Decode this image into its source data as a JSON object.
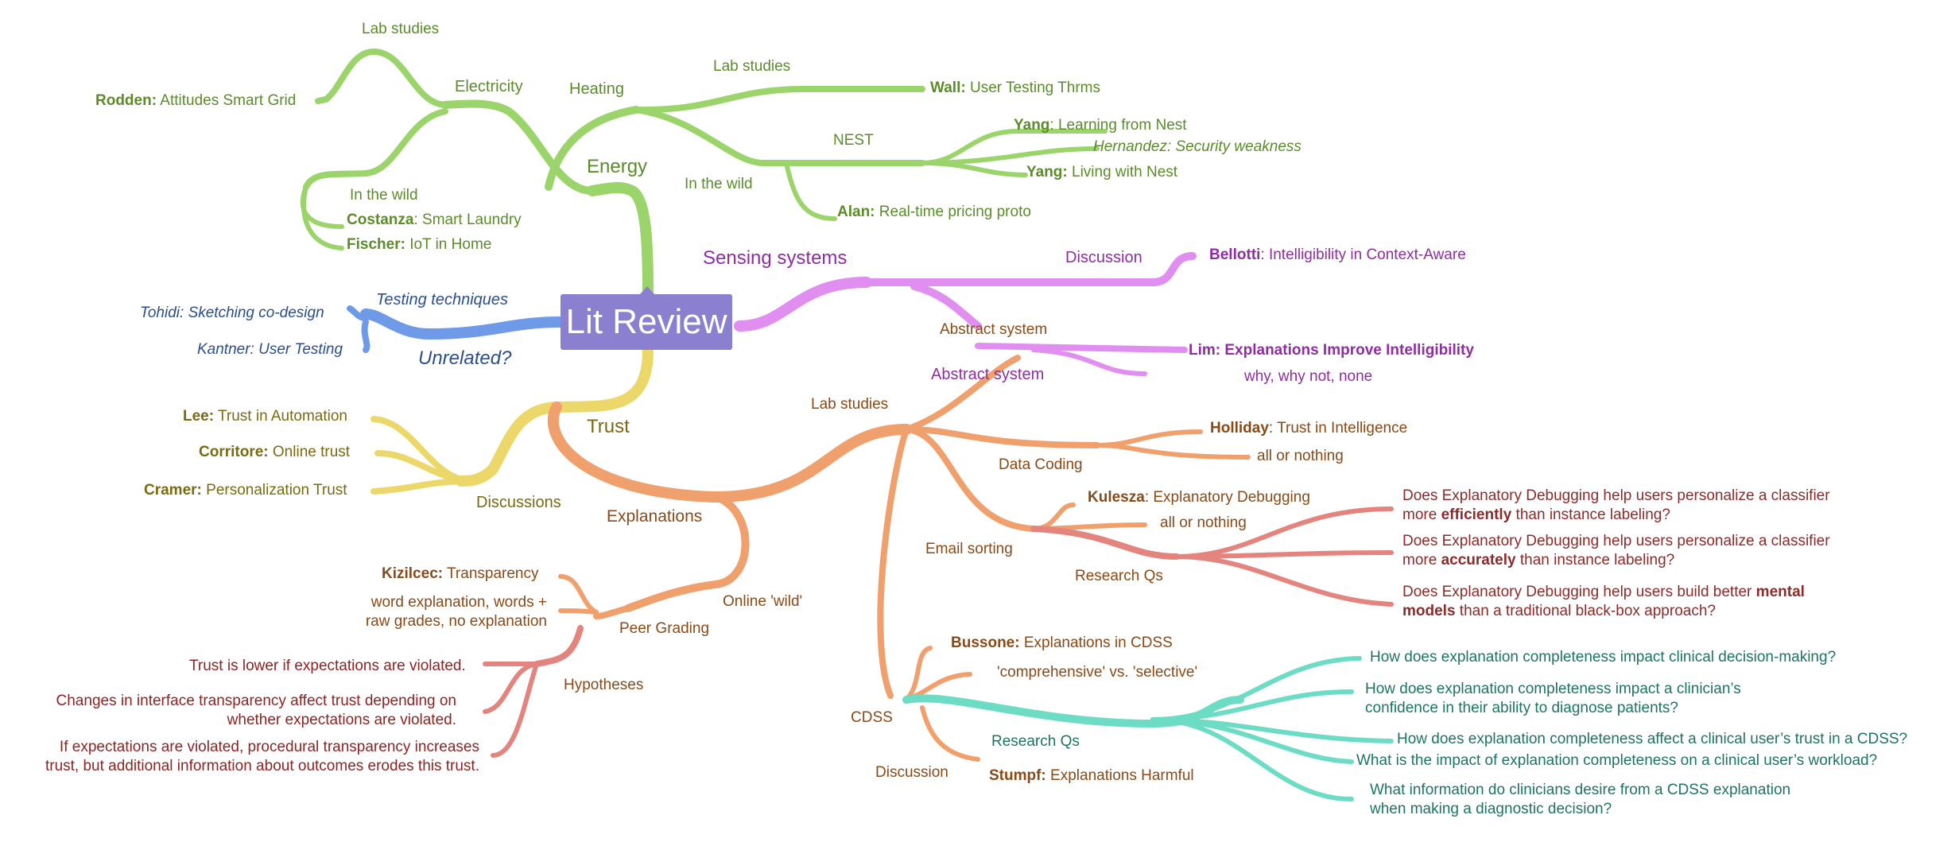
{
  "root": "Lit Review",
  "colors": {
    "energy": "#9ad46a",
    "sensing": "#e08ff0",
    "testing": "#6f9ae8",
    "trust": "#ecd86a",
    "explanations": "#f0a06c",
    "research_qs": "#e3847f",
    "cdss": "#6ddcc4",
    "root": "#8a80cf"
  },
  "energy": {
    "label": "Energy",
    "electricity": "Electricity",
    "heating": "Heating",
    "lab_studies_elec": "Lab studies",
    "rodden_author": "Rodden:",
    "rodden_title": " Attitudes Smart Grid",
    "in_the_wild_elec": "In the wild",
    "costanza_author": "Costanza",
    "costanza_title": ": Smart Laundry",
    "fischer_author": "Fischer:",
    "fischer_title": " IoT in Home",
    "lab_studies_heat": "Lab studies",
    "wall_author": "Wall:",
    "wall_title": " User Testing Thrms",
    "nest": "NEST",
    "in_the_wild_heat": "In the wild",
    "yang1_author": "Yang",
    "yang1_title": ": Learning from Nest",
    "hernandez": "Hernandez: Security weakness",
    "yang2_author": "Yang:",
    "yang2_title": " Living with Nest",
    "alan_author": "Alan:",
    "alan_title": " Real-time pricing proto"
  },
  "sensing": {
    "label": "Sensing systems",
    "discussion": "Discussion",
    "bellotti_author": "Bellotti",
    "bellotti_title": ": Intelligibility in Context-Aware",
    "abstract_system_1": "Abstract system",
    "abstract_system_2": "Abstract system",
    "lim_text": "Lim: Explanations Improve Intelligibility",
    "why_text": "why, why not, none"
  },
  "testing": {
    "label": "Testing techniques",
    "tohidi": "Tohidi: Sketching co-design",
    "kantner": "Kantner: User Testing",
    "unrelated": "Unrelated?"
  },
  "trust": {
    "label": "Trust",
    "discussions": "Discussions",
    "lee_author": "Lee:",
    "lee_title": " Trust in Automation",
    "corritore_author": "Corritore:",
    "corritore_title": " Online trust",
    "cramer_author": "Cramer:",
    "cramer_title": " Personalization Trust"
  },
  "explanations": {
    "label": "Explanations",
    "online_wild": "Online 'wild'",
    "peer_grading": "Peer Grading",
    "kizilcec_author": "Kizilcec:",
    "kizilcec_title": " Transparency",
    "word_expl_1": "word explanation, words +",
    "word_expl_2": "raw grades, no explanation",
    "hypotheses": "Hypotheses",
    "hyp1": "Trust is lower if expectations are violated.",
    "hyp2_1": "Changes in interface transparency affect trust depending on",
    "hyp2_2": "whether expectations are violated.",
    "hyp3_1": "If expectations are violated, procedural transparency increases",
    "hyp3_2": "trust, but additional information about outcomes erodes this trust.",
    "lab_studies": "Lab studies",
    "data_coding": "Data Coding",
    "holliday_author": "Holliday",
    "holliday_title": ": Trust in Intelligence",
    "all_or_nothing_1": "all or nothing",
    "email_sorting": "Email sorting",
    "kulesza_author": "Kulesza",
    "kulesza_title": ": Explanatory Debugging",
    "all_or_nothing_2": "all or nothing",
    "research_qs": "Research Qs",
    "rq1_1": "Does Explanatory Debugging help users personalize a classifier",
    "rq1_2a": "more ",
    "rq1_2b": "efficiently",
    "rq1_2c": " than instance labeling?",
    "rq2_1": "Does Explanatory Debugging help users personalize a classifier",
    "rq2_2a": "more ",
    "rq2_2b": "accurately",
    "rq2_2c": " than instance labeling?",
    "rq3_1a": "Does Explanatory Debugging help users build better ",
    "rq3_1b": "mental",
    "rq3_2a": "models",
    "rq3_2b": " than a traditional black-box approach?"
  },
  "cdss": {
    "label": "CDSS",
    "bussone_author": "Bussone:",
    "bussone_title": " Explanations in CDSS",
    "comprehensive": "'comprehensive' vs. 'selective'",
    "research_qs": "Research Qs",
    "discussion": "Discussion",
    "stumpf_author": "Stumpf:",
    "stumpf_title": " Explanations Harmful",
    "q1": "How does explanation completeness impact clinical decision-making?",
    "q2_1": "How does explanation completeness impact a clinician’s",
    "q2_2": "confidence in their ability to diagnose patients?",
    "q3": "How does explanation completeness affect a clinical user’s trust in a CDSS?",
    "q4": "What is the impact of explanation completeness on a clinical user’s workload?",
    "q5_1": "What information do clinicians desire from a CDSS explanation",
    "q5_2": "when making a diagnostic decision?"
  }
}
